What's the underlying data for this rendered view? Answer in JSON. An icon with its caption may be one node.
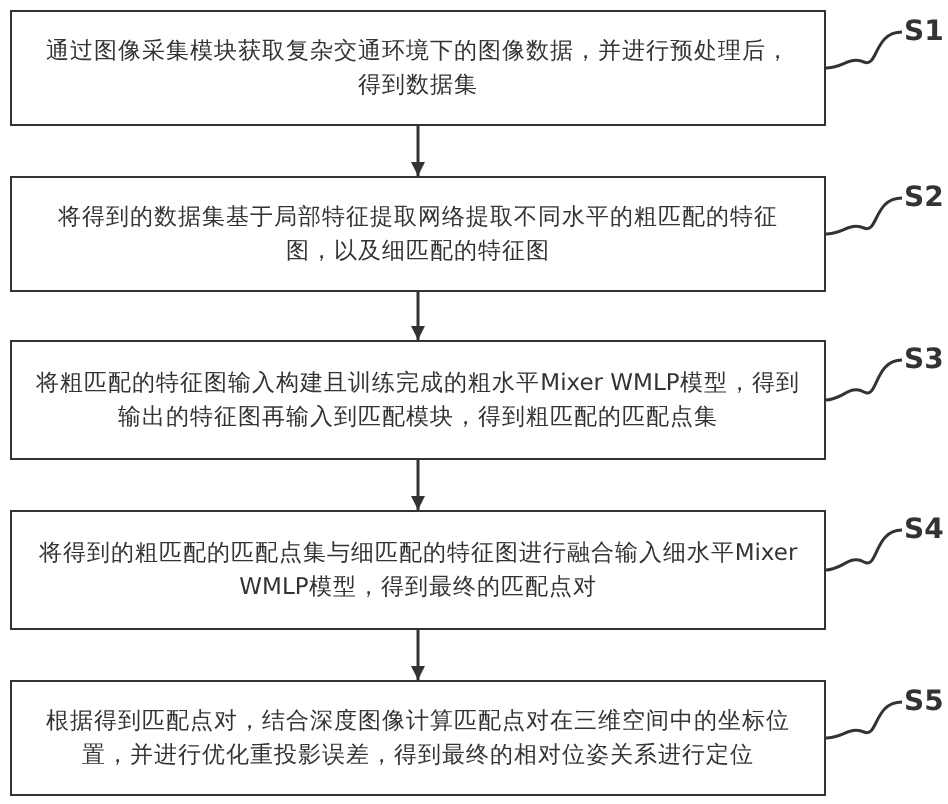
{
  "diagram": {
    "nodes": [
      {
        "text": [
          "通过图像采集模块获取复杂交通环境下的图像数据，并进行预处理后，得到数据集"
        ]
      },
      {
        "text": [
          "将得到的数据集基于局部特征提取网络提取不同水平的粗匹配的特征图，以及细匹配的特征图"
        ]
      },
      {
        "text": [
          "将粗匹配的特征图输入构建且训练完成的粗水平Mixer WMLP模型，得到输出的特征图再输入到匹配模块，得到粗匹配的匹配点集"
        ]
      },
      {
        "text": [
          "将得到的粗匹配的匹配点集与细匹配的特征图进行融合输入细水平Mixer WMLP模型，得到最终的匹配点对"
        ]
      },
      {
        "text": [
          "根据得到匹配点对，结合深度图像计算匹配点对在三维空间中的坐标位置，并进行优化重投影误差，得到最终的相对位姿关系进行定位"
        ]
      },
      {
        "text": [
          "S1"
        ]
      },
      {
        "text": [
          "S2"
        ]
      },
      {
        "text": [
          "S3"
        ]
      },
      {
        "text": [
          "S4"
        ]
      },
      {
        "text": [
          "S5"
        ]
      }
    ],
    "edges": [
      {
        "from": 0,
        "to": 1,
        "arrow": "to"
      },
      {
        "from": 1,
        "to": 2,
        "arrow": "to"
      },
      {
        "from": 2,
        "to": 3,
        "arrow": "to"
      },
      {
        "from": 3,
        "to": 4,
        "arrow": "to"
      },
      {
        "from": 5,
        "to": 0,
        "arrow": "none"
      },
      {
        "from": 6,
        "to": 1,
        "arrow": "none"
      },
      {
        "from": 7,
        "to": 2,
        "arrow": "none"
      },
      {
        "from": 8,
        "to": 3,
        "arrow": "none"
      },
      {
        "from": 9,
        "to": 4,
        "arrow": "none"
      }
    ]
  }
}
